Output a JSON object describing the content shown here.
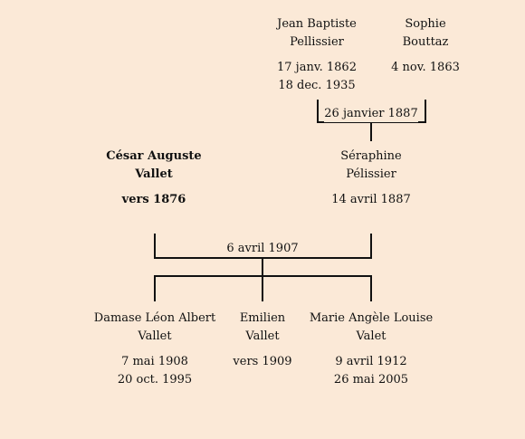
{
  "tree": {
    "grandfather": {
      "name_line1": "Jean Baptiste",
      "name_line2": "Pellissier",
      "birth": "17 janv. 1862",
      "death": "18 dec. 1935"
    },
    "grandmother": {
      "name_line1": "Sophie",
      "name_line2": "Bouttaz",
      "birth": "4 nov. 1863"
    },
    "grandparents_marriage": "26 janvier 1887",
    "father": {
      "name_line1": "César Auguste",
      "name_line2": "Vallet",
      "birth": "vers 1876"
    },
    "mother": {
      "name_line1": "Séraphine",
      "name_line2": "Pélissier",
      "birth": "14 avril 1887"
    },
    "parents_marriage": "6 avril 1907",
    "children": [
      {
        "name_line1": "Damase Léon Albert",
        "name_line2": "Vallet",
        "birth": "7 mai 1908",
        "death": "20 oct. 1995"
      },
      {
        "name_line1": "Emilien",
        "name_line2": "Vallet",
        "birth": "vers 1909"
      },
      {
        "name_line1": "Marie Angèle Louise",
        "name_line2": "Valet",
        "birth": "9 avril 1912",
        "death": "26 mai 2005"
      }
    ]
  }
}
